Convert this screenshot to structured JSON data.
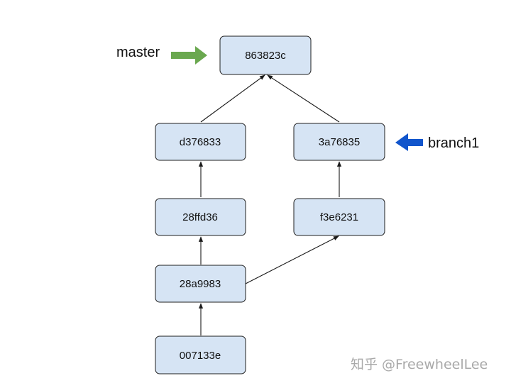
{
  "commits": {
    "c863823c": "863823c",
    "cd376833": "d376833",
    "c3a76835": "3a76835",
    "c28ffd36": "28ffd36",
    "cf3e6231": "f3e6231",
    "c28a9983": "28a9983",
    "c007133e": "007133e"
  },
  "labels": {
    "master": "master",
    "branch1": "branch1"
  },
  "colors": {
    "node_fill": "#d6e4f4",
    "master_arrow": "#6aa84f",
    "branch1_arrow": "#1155cc"
  },
  "watermark": "知乎 @FreewheelLee"
}
